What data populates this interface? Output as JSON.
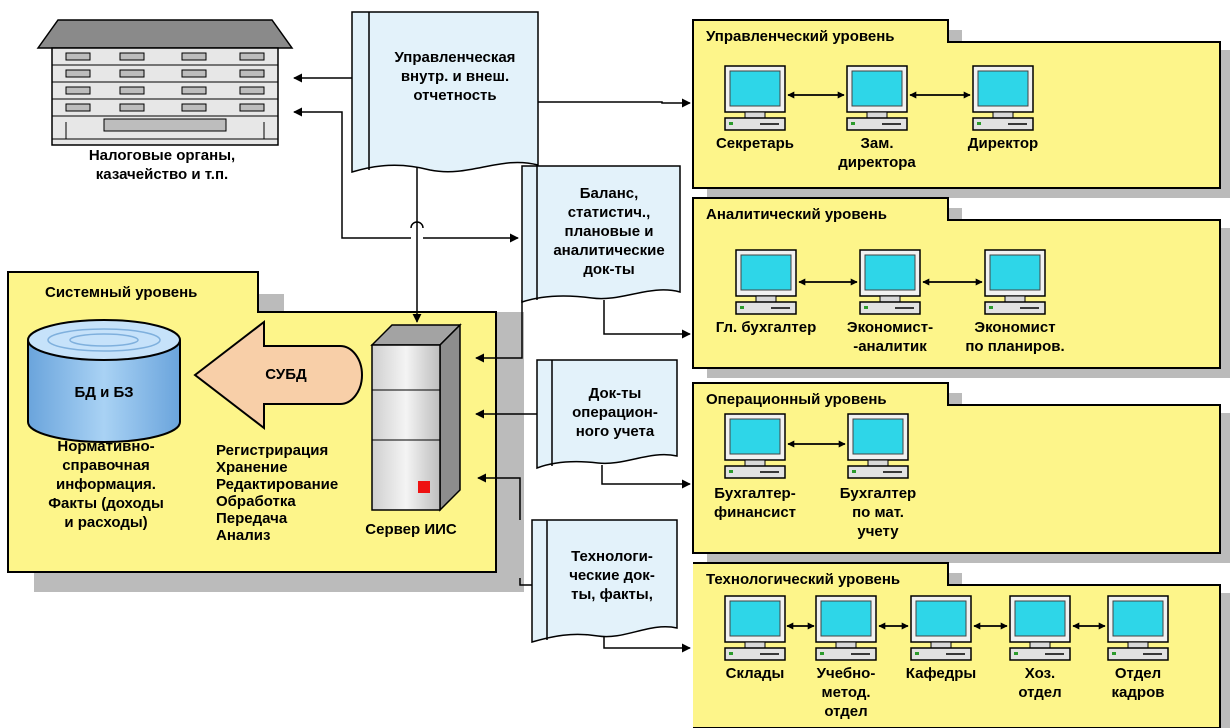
{
  "building": {
    "label_line1": "Налоговые органы,",
    "label_line2": "казачейство и т.п."
  },
  "doc_management": {
    "line1": "Управленческая",
    "line2": "внутр. и внеш.",
    "line3": "отчетность"
  },
  "doc_balance": {
    "line1": "Баланс,",
    "line2": "статистич.,",
    "line3": "плановые и",
    "line4": "аналитические",
    "line5": "док-ты"
  },
  "doc_operational": {
    "line1": "Док-ты",
    "line2": "операцион-",
    "line3": "ного учета"
  },
  "doc_technological": {
    "line1": "Технологи-",
    "line2": "ческие док-",
    "line3": "ты, факты,"
  },
  "system_level": {
    "title": "Системный уровень",
    "db_label": "БД и БЗ",
    "dbms_label": "СУБД",
    "nsi_lines": [
      "Нормативно-",
      "справочная",
      "информация.",
      "Факты  (доходы",
      "и расходы)"
    ],
    "functions": [
      "Регистрирация",
      "Хранение",
      "Редактирование",
      "Обработка",
      "Передача",
      "Анализ"
    ],
    "server_label": "Сервер ИИС"
  },
  "levels": {
    "management": {
      "title": "Управленческий уровень",
      "workers": {
        "w1": {
          "line1": "Секретарь",
          "line2": ""
        },
        "w2": {
          "line1": "Зам.",
          "line2": "директора"
        },
        "w3": {
          "line1": "Директор",
          "line2": ""
        }
      }
    },
    "analytical": {
      "title": "Аналитический уровень",
      "workers": {
        "w1": {
          "line1": "Гл. бухгалтер",
          "line2": ""
        },
        "w2": {
          "line1": "Экономист-",
          "line2": "-аналитик"
        },
        "w3": {
          "line1": "Экономист",
          "line2": "по планиров."
        }
      }
    },
    "operational": {
      "title": "Операционный уровень",
      "workers": {
        "w1": {
          "line1": "Бухгалтер-",
          "line2": "финансист",
          "line3": ""
        },
        "w2": {
          "line1": "Бухгалтер",
          "line2": "по мат.",
          "line3": "учету"
        }
      }
    },
    "technological": {
      "title": "Технологический уровень",
      "workers": {
        "w1": {
          "line1": "Склады",
          "line2": "",
          "line3": ""
        },
        "w2": {
          "line1": "Учебно-",
          "line2": "метод.",
          "line3": "отдел"
        },
        "w3": {
          "line1": "Кафедры",
          "line2": "",
          "line3": ""
        },
        "w4": {
          "line1": "Хоз.",
          "line2": "отдел",
          "line3": ""
        },
        "w5": {
          "line1": "Отдел",
          "line2": "кадров",
          "line3": ""
        }
      }
    }
  },
  "colors": {
    "panel_yellow": "#fdf58a",
    "screen_cyan": "#2ed6e8",
    "dbms_arrow": "#f8cfa8",
    "db_blue": "#8fc0ee",
    "document": "#e3f2fa",
    "server_red": "#ee1111"
  }
}
